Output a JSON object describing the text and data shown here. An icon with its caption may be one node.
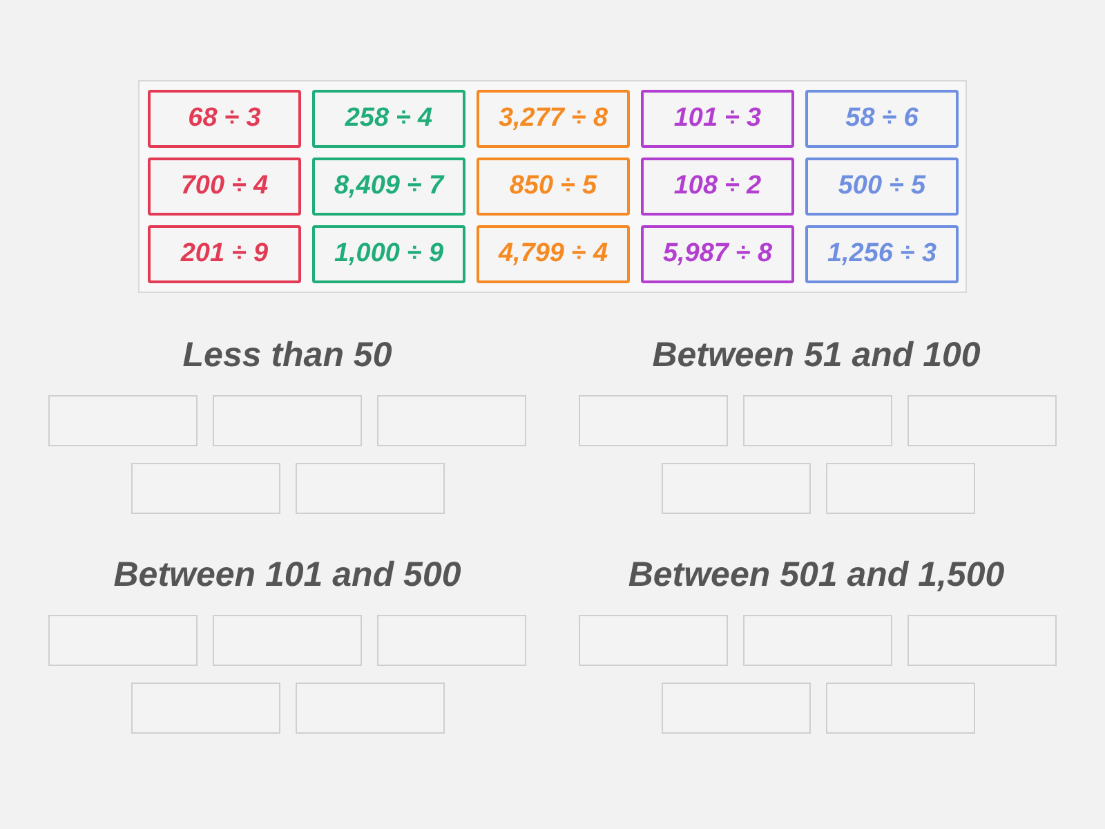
{
  "diagram": {
    "nodes": [
      {
        "text": [],
        "shape": "box"
      },
      {
        "text": [
          "68 ÷ 3"
        ],
        "in": 0
      },
      {
        "text": [
          "258 ÷ 4"
        ],
        "in": 0
      },
      {
        "text": [
          "3,277 ÷ 8"
        ],
        "in": 0
      },
      {
        "text": [
          "101 ÷ 3"
        ],
        "in": 0
      },
      {
        "text": [
          "58 ÷ 6"
        ],
        "in": 0
      },
      {
        "text": [
          "700 ÷ 4"
        ],
        "in": 0
      },
      {
        "text": [
          "8,409 ÷ 7"
        ],
        "in": 0
      },
      {
        "text": [
          "850 ÷ 5"
        ],
        "in": 0
      },
      {
        "text": [
          "108 ÷ 2"
        ],
        "in": 0
      },
      {
        "text": [
          "500 ÷ 5"
        ],
        "in": 0
      },
      {
        "text": [
          "201 ÷ 9"
        ],
        "in": 0
      },
      {
        "text": [
          "1,000 ÷ 9"
        ],
        "in": 0
      },
      {
        "text": [
          "4,799 ÷ 4"
        ],
        "in": 0
      },
      {
        "text": [
          "5,987 ÷ 8"
        ],
        "in": 0
      },
      {
        "text": [
          "1,256 ÷ 3"
        ],
        "in": 0
      },
      {
        "text": [],
        "shape": "box"
      },
      {
        "text": [],
        "shape": "box"
      },
      {
        "text": [],
        "shape": "box"
      },
      {
        "text": [],
        "shape": "box"
      },
      {
        "text": [],
        "shape": "box"
      },
      {
        "text": [],
        "shape": "box"
      },
      {
        "text": [],
        "shape": "box"
      },
      {
        "text": [],
        "shape": "box"
      },
      {
        "text": [],
        "shape": "box"
      },
      {
        "text": [],
        "shape": "box"
      },
      {
        "text": [],
        "shape": "box"
      },
      {
        "text": [],
        "shape": "box"
      },
      {
        "text": [],
        "shape": "box"
      },
      {
        "text": [],
        "shape": "box"
      },
      {
        "text": [],
        "shape": "box"
      },
      {
        "text": [],
        "shape": "box"
      },
      {
        "text": [],
        "shape": "box"
      },
      {
        "text": [],
        "shape": "box"
      },
      {
        "text": [],
        "shape": "box"
      },
      {
        "text": [],
        "shape": "box"
      }
    ],
    "labels": [
      "Less than 50",
      "Between 51 and 100",
      "Between 101 and 500",
      "Between 501 and 1,500"
    ]
  }
}
